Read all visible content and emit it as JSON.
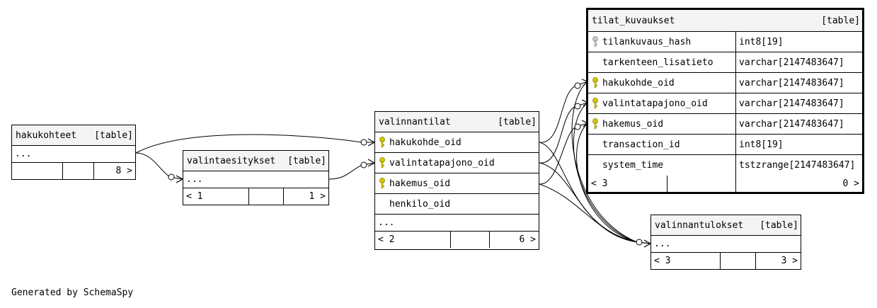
{
  "table_tag": "[table]",
  "tables": {
    "hakukohteet": {
      "name": "hakukohteet",
      "ellipsis": "...",
      "nav": [
        "",
        "",
        "8 >"
      ]
    },
    "valintaesitykset": {
      "name": "valintaesitykset",
      "ellipsis": "...",
      "nav": [
        "< 1",
        "",
        "1 >"
      ]
    },
    "valinnantilat": {
      "name": "valinnantilat",
      "columns": [
        {
          "name": "hakukohde_oid",
          "key": "fk"
        },
        {
          "name": "valintatapajono_oid",
          "key": "fk"
        },
        {
          "name": "hakemus_oid",
          "key": "fk"
        },
        {
          "name": "henkilo_oid",
          "key": ""
        }
      ],
      "ellipsis": "...",
      "nav": [
        "< 2",
        "",
        "6 >"
      ]
    },
    "tilat_kuvaukset": {
      "name": "tilat_kuvaukset",
      "columns": [
        {
          "name": "tilankuvaus_hash",
          "type": "int8[19]",
          "key": "pk"
        },
        {
          "name": "tarkenteen_lisatieto",
          "type": "varchar[2147483647]",
          "key": ""
        },
        {
          "name": "hakukohde_oid",
          "type": "varchar[2147483647]",
          "key": "fk"
        },
        {
          "name": "valintatapajono_oid",
          "type": "varchar[2147483647]",
          "key": "fk"
        },
        {
          "name": "hakemus_oid",
          "type": "varchar[2147483647]",
          "key": "fk"
        },
        {
          "name": "transaction_id",
          "type": "int8[19]",
          "key": ""
        },
        {
          "name": "system_time",
          "type": "tstzrange[2147483647]",
          "key": ""
        }
      ],
      "nav": [
        "< 3",
        "",
        "0 >"
      ]
    },
    "valinnantulokset": {
      "name": "valinnantulokset",
      "ellipsis": "...",
      "nav": [
        "< 3",
        "",
        "3 >"
      ]
    }
  },
  "colors": {
    "fk_key": "#d4c800",
    "pk_key": "#a0a0a0",
    "header_bg": "#f4f4f4"
  },
  "footer": "Generated by SchemaSpy"
}
